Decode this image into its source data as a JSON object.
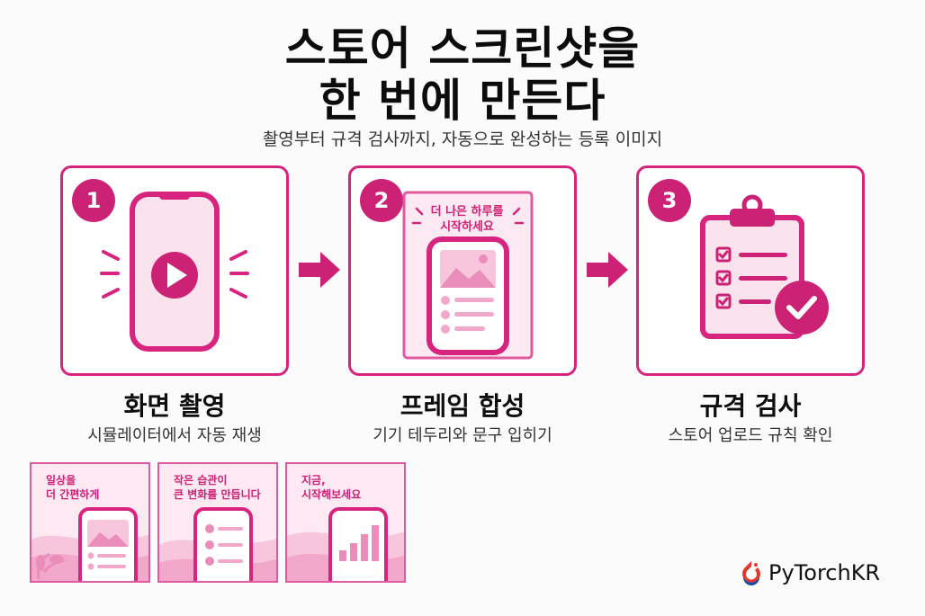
{
  "title": {
    "line1": "스토어 스크린샷을",
    "line2": "한 번에 만든다"
  },
  "subtitle": "촬영부터 규격 검사까지, 자동으로 완성하는 등록 이미지",
  "steps": [
    {
      "number": "1",
      "title": "화면 촬영",
      "description": "시뮬레이터에서 자동 재생",
      "icon": "phone-play-icon"
    },
    {
      "number": "2",
      "title": "프레임 합성",
      "description": "기기 테두리와 문구 입히기",
      "icon": "framed-phone-icon",
      "caption": "더 나은 하루를\n시작하세요"
    },
    {
      "number": "3",
      "title": "규격 검사",
      "description": "스토어 업로드 규칙 확인",
      "icon": "clipboard-check-icon"
    }
  ],
  "thumbnails": [
    {
      "text": "일상을\n더 간편하게",
      "icon": "phone-image-icon"
    },
    {
      "text": "작은 습관이\n큰 변화를 만듭니다",
      "icon": "phone-checklist-icon"
    },
    {
      "text": "지금,\n시작해보세요",
      "icon": "phone-bar-chart-icon"
    }
  ],
  "brand": {
    "name": "PyTorchKR",
    "icon": "pytorchkr-logo-icon"
  },
  "colors": {
    "accent": "#cc2275",
    "accent_light": "#f7c6dc",
    "accent_bg": "#fde9f2"
  }
}
